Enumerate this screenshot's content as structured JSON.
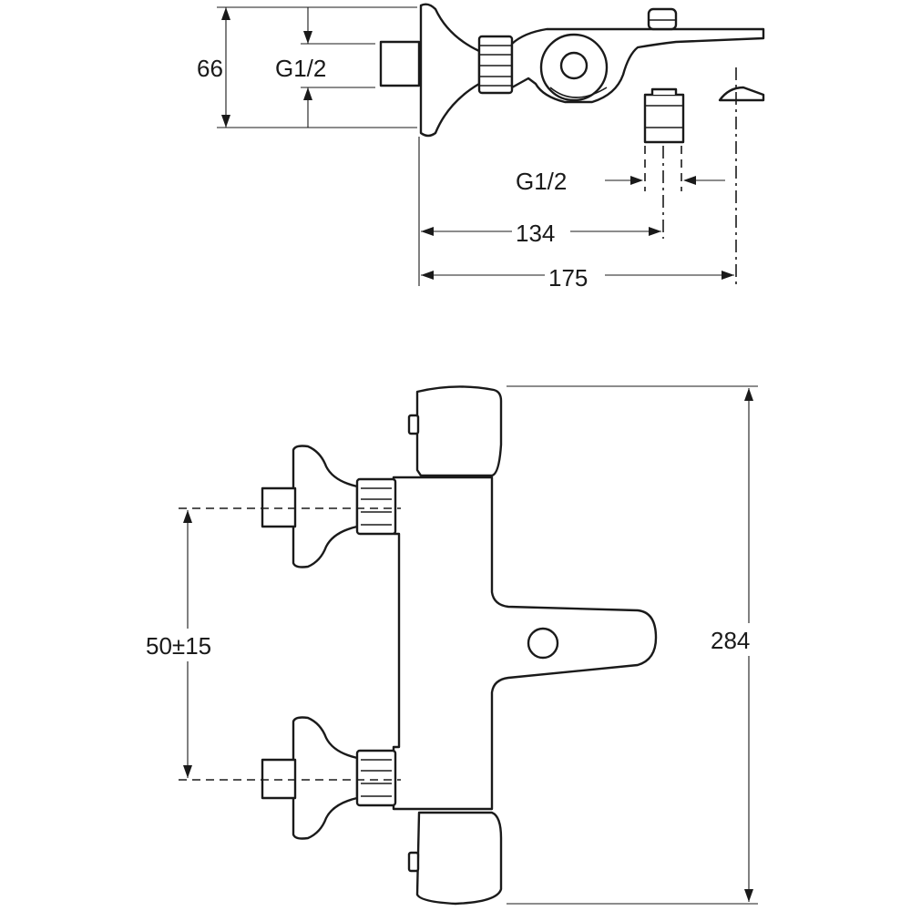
{
  "top_view": {
    "dimensions": {
      "inlet_height": "66",
      "inlet_thread": "G1/2",
      "outlet_thread": "G1/2",
      "outlet_offset": "134",
      "total_depth": "175"
    }
  },
  "front_view": {
    "dimensions": {
      "inlet_spacing": "50±15",
      "total_width": "284"
    }
  }
}
